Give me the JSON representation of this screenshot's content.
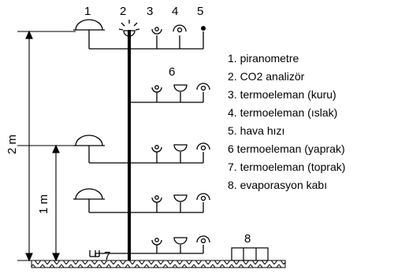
{
  "sensor_numbers": [
    "1",
    "2",
    "3",
    "4",
    "5",
    "6",
    "7",
    "8"
  ],
  "dimensions": {
    "total_height": "2 m",
    "lower_height": "1 m"
  },
  "legend": [
    "1. piranometre",
    "2. CO2 analizör",
    "3. termoeleman (kuru)",
    "4. termoeleman (ıslak)",
    "5. hava hızı",
    "6  termoeleman (yaprak)",
    "7. termoeleman (toprak)",
    "8. evaporasyon kabı"
  ],
  "colors": {
    "line": "#000000",
    "background": "#ffffff"
  }
}
